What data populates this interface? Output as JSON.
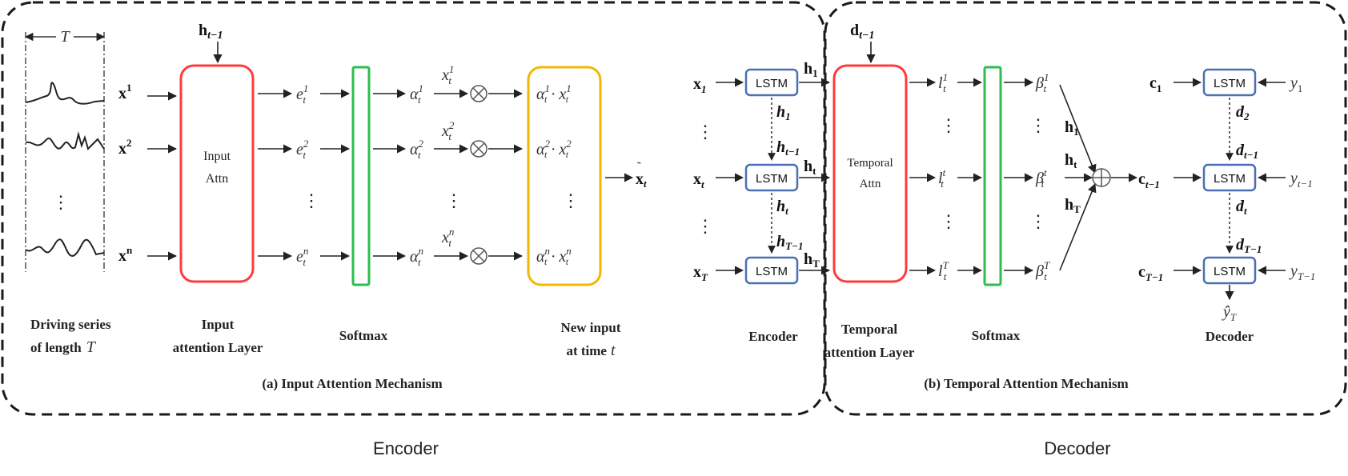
{
  "colors": {
    "input_attn": "#ff3b3b",
    "softmax": "#2ebd4e",
    "new_input": "#f2b705",
    "lstm": "#4a6fb3",
    "temporal_attn": "#ff3b3b",
    "dashed_border": "#1a1a1a"
  },
  "encoder_panel": {
    "window_label": "T",
    "driving_series": [
      "x",
      "x",
      "x"
    ],
    "driving_sup": [
      "1",
      "2",
      "n"
    ],
    "h_prev": "h",
    "h_prev_sub": "t−1",
    "input_attn_label_1": "Input",
    "input_attn_label_2": "Attn",
    "e_rows": [
      "1",
      "2",
      "n"
    ],
    "alpha_rows": [
      "1",
      "2",
      "n"
    ],
    "x_t": "x",
    "x_t_sub": "t",
    "labels": {
      "driving_1": "Driving series",
      "driving_2": "of length",
      "driving_T": "T",
      "input_layer_1": "Input",
      "input_layer_2": "attention Layer",
      "softmax": "Softmax",
      "new_input_1": "New input",
      "new_input_2": "at time",
      "new_input_t": "t"
    },
    "caption": "(a) Input Attention Mechanism"
  },
  "decoder_panel": {
    "lstm_label": "LSTM",
    "encoder_inputs": [
      "1",
      "t",
      "T"
    ],
    "h_labels": [
      "1",
      "t",
      "T"
    ],
    "h_between": [
      "1",
      "t−1",
      "t",
      "T−1"
    ],
    "d_prev": "d",
    "d_prev_sub": "t−1",
    "temporal_attn_1": "Temporal",
    "temporal_attn_2": "Attn",
    "l_rows": [
      "1",
      "t",
      "T"
    ],
    "beta_rows": [
      "1",
      "t",
      "T"
    ],
    "sum_inputs": [
      "1",
      "t",
      "T"
    ],
    "c_labels": [
      "1",
      "t−1",
      "T−1"
    ],
    "y_labels": [
      "1",
      "t−1",
      "T−1"
    ],
    "d_between": [
      "2",
      "t−1",
      "t",
      "T−1"
    ],
    "y_hat": "ŷ",
    "y_hat_sub": "T",
    "labels": {
      "encoder": "Encoder",
      "temporal_layer_1": "Temporal",
      "temporal_layer_2": "attention Layer",
      "softmax": "Softmax",
      "decoder": "Decoder"
    },
    "caption": "(b) Temporal Attention Mechanism"
  },
  "footer": {
    "left": "Encoder",
    "right": "Decoder"
  }
}
